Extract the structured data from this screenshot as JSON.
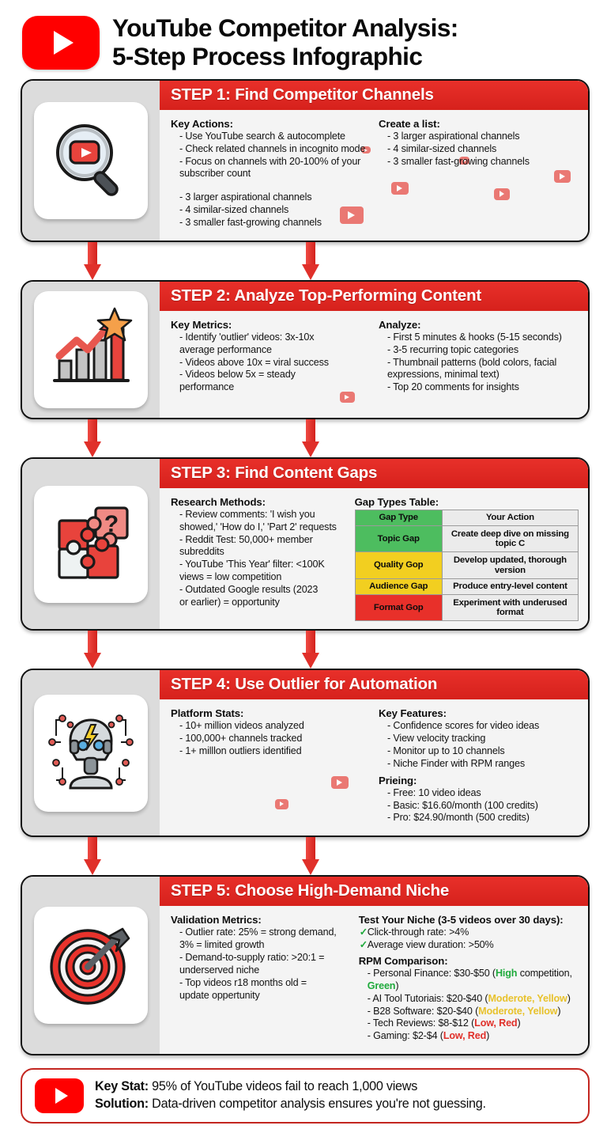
{
  "header": {
    "logo_icon": "youtube-play-icon",
    "title_line1": "YouTube Competitor Analysis:",
    "title_line2": "5-Step Process Infographic"
  },
  "colors": {
    "brand_red": "#FF0000",
    "header_bar_red": "#e0302a",
    "green": "#1faa3c",
    "yellow": "#e8c22c",
    "red": "#e0302a"
  },
  "steps": [
    {
      "icon": "magnifying-glass-youtube-icon",
      "header": "STEP 1: Find Competitor Channels",
      "left": {
        "title": "Key Actions:",
        "items": [
          "- Use YouTube search & autocomplete",
          "- Check related channels in incognito mode",
          "- Focus on channels with 20-100% of your",
          "   subscriber count"
        ],
        "title2": "",
        "items2": [
          "- 3 larger aspirational channels",
          "- 4 similar-sized channels",
          "- 3 smaller fast-growing channels"
        ]
      },
      "right": {
        "title": "Create a list:",
        "items": [
          "- 3 larger aspirational channels",
          "- 4 similar-sized channels",
          "- 3 smaller fast-growing channels"
        ]
      }
    },
    {
      "icon": "growth-chart-star-icon",
      "header": "STEP 2: Analyze Top-Performing Content",
      "left": {
        "title": "Key Metrics:",
        "items": [
          "- Identify 'outlier' videos: 3x-10x",
          "   average performance",
          "- Videos above 10x = viral success",
          "- Videos below 5x = steady",
          "   performance"
        ]
      },
      "right": {
        "title": "Analyze:",
        "items": [
          "- First 5 minutes & hooks (5-15 seconds)",
          "- 3-5 recurring topic categories",
          "- Thumbnail patterns (bold colors, facial",
          "   expressions, minimal text)",
          "- Top 20 comments for insights"
        ]
      }
    },
    {
      "icon": "puzzle-question-icon",
      "header": "STEP 3: Find Content Gaps",
      "left": {
        "title": "Research Methods:",
        "items": [
          "- Review comments: 'I wish you",
          "   showed,' 'How do I,' 'Part 2' requests",
          "- Reddit Test: 50,000+ member",
          "   subreddits",
          "- YouTube 'This Year' filter: <100K",
          "   views = low competition",
          "- Outdated Google results (2023",
          "   or earlier) = opportunity"
        ]
      },
      "right": {
        "title": "Gap Types Table:",
        "table": {
          "headers": [
            "Gap Type",
            "Your Action"
          ],
          "rows": [
            {
              "type": "Topic Gap",
              "color": "#4dbd5f",
              "action": "Create deep dive on missing topic C"
            },
            {
              "type": "Quality Gop",
              "color": "#f2cf20",
              "action": "Develop updated, thorough version"
            },
            {
              "type": "Audience Gap",
              "color": "#f2cf20",
              "action": "Produce entry-level content"
            },
            {
              "type": "Format Gop",
              "color": "#e8302a",
              "action": "Experiment with underused format"
            }
          ],
          "header_type_color": "#4dbd5f"
        }
      }
    },
    {
      "icon": "ai-robot-head-icon",
      "header": "STEP 4: Use Outlier for Automation",
      "left": {
        "title": "Platform Stats:",
        "items": [
          "- 10+ million videos analyzed",
          "- 100,000+ channels tracked",
          "- 1+ milllon outliers identified"
        ]
      },
      "right": {
        "title": "Key Features:",
        "items": [
          "- Confidence scores for video ideas",
          "- View velocity tracking",
          "- Monitor up to 10 channels",
          "- Niche Finder with RPM ranges"
        ],
        "title2": "Prieing:",
        "items2": [
          "- Free: 10 video ideas",
          "- Basic: $16.60/month (100 credits)",
          "- Pro: $24.90/month (500 credits)"
        ]
      }
    },
    {
      "icon": "target-arrow-icon",
      "header": "STEP 5: Choose High-Demand Niche",
      "left": {
        "title": "Validation Metrics:",
        "items": [
          "- Outlier rate: 25% = strong demand,",
          "   3% = limited growth",
          "- Demand-to-supply ratio: >20:1 =",
          "   underserved niche",
          "- Top videos r18 months old =",
          "   update oppertunity"
        ]
      },
      "right": {
        "title": "Test Your Niche (3-5 videos over 30 days):",
        "checks": [
          "Click-through rate: >4%",
          "Average view duration: >50%"
        ],
        "title2": "RPM Comparison:",
        "rpm": [
          {
            "label": "- Personal Finance: $30-$50 (",
            "a": "High",
            "a_color": "green",
            "mid": " competition, ",
            "b": "Green",
            "b_color": "green",
            "end": ")"
          },
          {
            "label": "- AI Tool Tutoriais: $20-$40 (",
            "a": "Moderote, Yellow",
            "a_color": "yellow",
            "mid": "",
            "b": "",
            "b_color": "yellow",
            "end": ")"
          },
          {
            "label": "- B28 Software: $20-$40 (",
            "a": "Moderote, Yellow",
            "a_color": "yellow",
            "mid": "",
            "b": "",
            "b_color": "yellow",
            "end": ")"
          },
          {
            "label": "- Tech Reviews: $8-$12 (",
            "a": "Low, Red",
            "a_color": "red",
            "mid": "",
            "b": "",
            "b_color": "red",
            "end": ")"
          },
          {
            "label": "- Gaming: $2-$4 (",
            "a": "Low, Red",
            "a_color": "red",
            "mid": "",
            "b": "",
            "b_color": "red",
            "end": ")"
          }
        ]
      }
    }
  ],
  "footer": {
    "logo_icon": "youtube-play-icon",
    "line1_label": "Key Stat:",
    "line1_text": " 95% of YouTube videos fail to reach 1,000 views",
    "line2_label": "Solution:",
    "line2_text": " Data-driven competitor analysis ensures you're not guessing."
  }
}
